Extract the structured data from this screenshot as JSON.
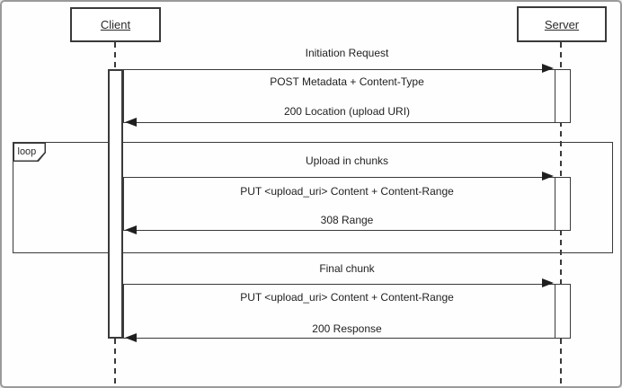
{
  "palette": {
    "line_color": "#3a3a3a",
    "arrow_color": "#1f1f1f",
    "background": "#fefefe",
    "frame_border": "#9a9a9a",
    "text_color": "#1f1f1f"
  },
  "actors": {
    "client": {
      "label": "Client"
    },
    "server": {
      "label": "Server"
    }
  },
  "loop": {
    "operator_label": "loop"
  },
  "exchanges": [
    {
      "title": "Initiation Request",
      "request": "POST Metadata + Content-Type",
      "response": "200 Location (upload URI)"
    },
    {
      "title": "Upload in chunks",
      "request": "PUT <upload_uri> Content + Content-Range",
      "response": "308 Range"
    },
    {
      "title": "Final chunk",
      "request": "PUT <upload_uri> Content + Content-Range",
      "response": "200 Response"
    }
  ]
}
